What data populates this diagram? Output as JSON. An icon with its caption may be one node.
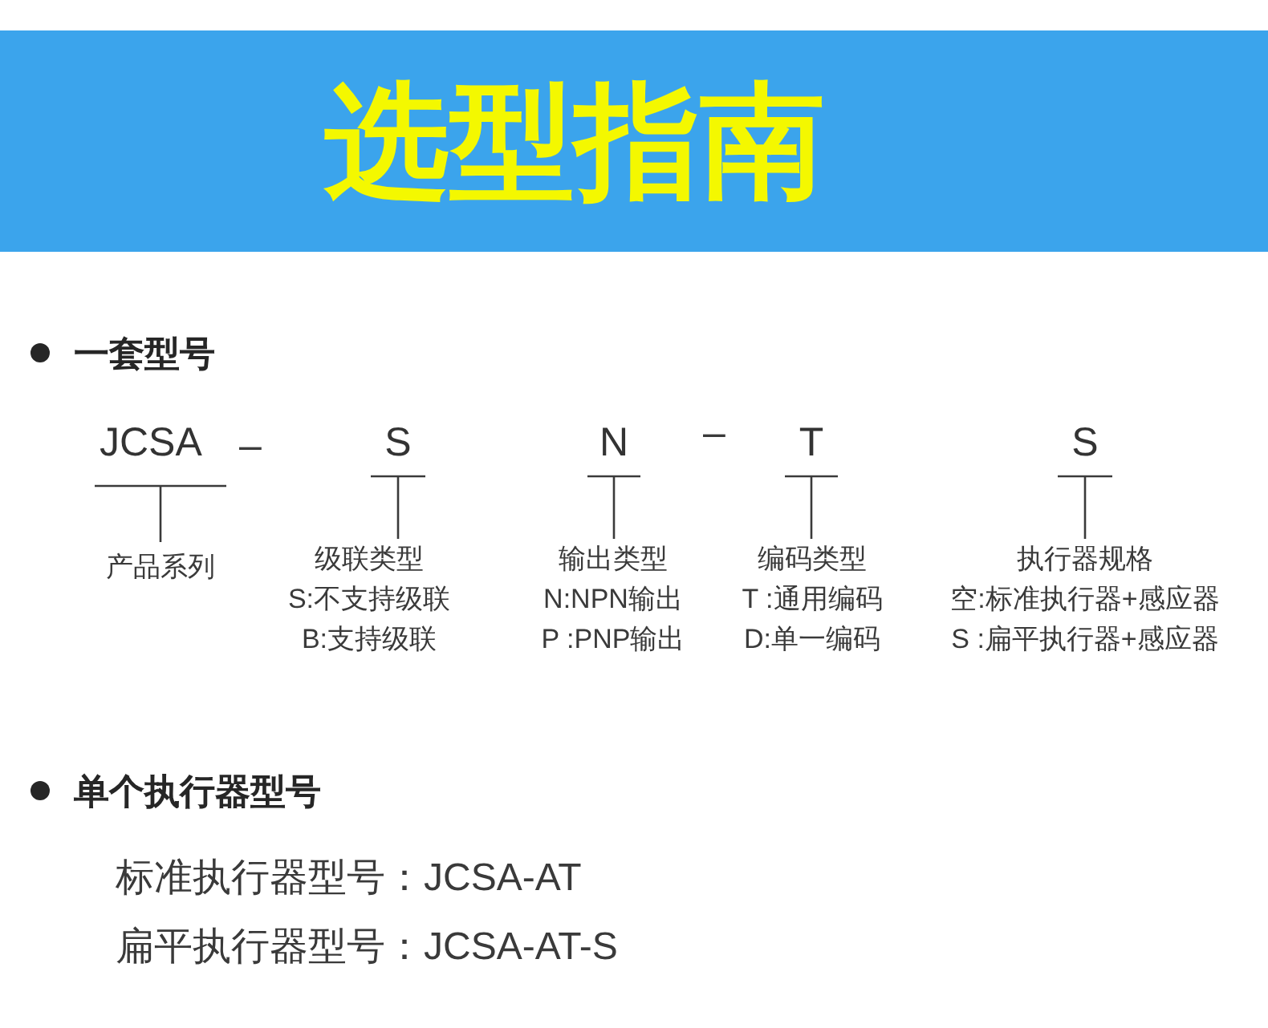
{
  "diagram": {
    "title": "选型指南",
    "nodes": [
      {
        "text": [
          "JCSA"
        ]
      },
      {
        "text": [
          "S"
        ]
      },
      {
        "text": [
          "N"
        ]
      },
      {
        "text": [
          "T"
        ]
      },
      {
        "text": [
          "S"
        ]
      },
      {
        "text": [
          "产品系列"
        ]
      },
      {
        "text": [
          "级联类型",
          "S:不支持级联",
          "B:支持级联"
        ]
      },
      {
        "text": [
          "输出类型",
          "N:NPN输出",
          "P :PNP输出"
        ]
      },
      {
        "text": [
          "编码类型",
          "T :通用编码",
          "D:单一编码"
        ]
      },
      {
        "text": [
          "执行器规格",
          "空:标准执行器+感应器",
          "S :扁平执行器+感应器"
        ]
      }
    ],
    "edges": [
      {
        "from": 0,
        "to": 5,
        "arrow": "none"
      },
      {
        "from": 1,
        "to": 6,
        "arrow": "none"
      },
      {
        "from": 2,
        "to": 7,
        "arrow": "none"
      },
      {
        "from": 3,
        "to": 8,
        "arrow": "none"
      },
      {
        "from": 4,
        "to": 9,
        "arrow": "none"
      }
    ],
    "labels": [
      "一套型号",
      "–",
      "–",
      "单个执行器型号",
      "标准执行器型号：JCSA-AT",
      "扁平执行器型号：JCSA-AT-S"
    ]
  }
}
